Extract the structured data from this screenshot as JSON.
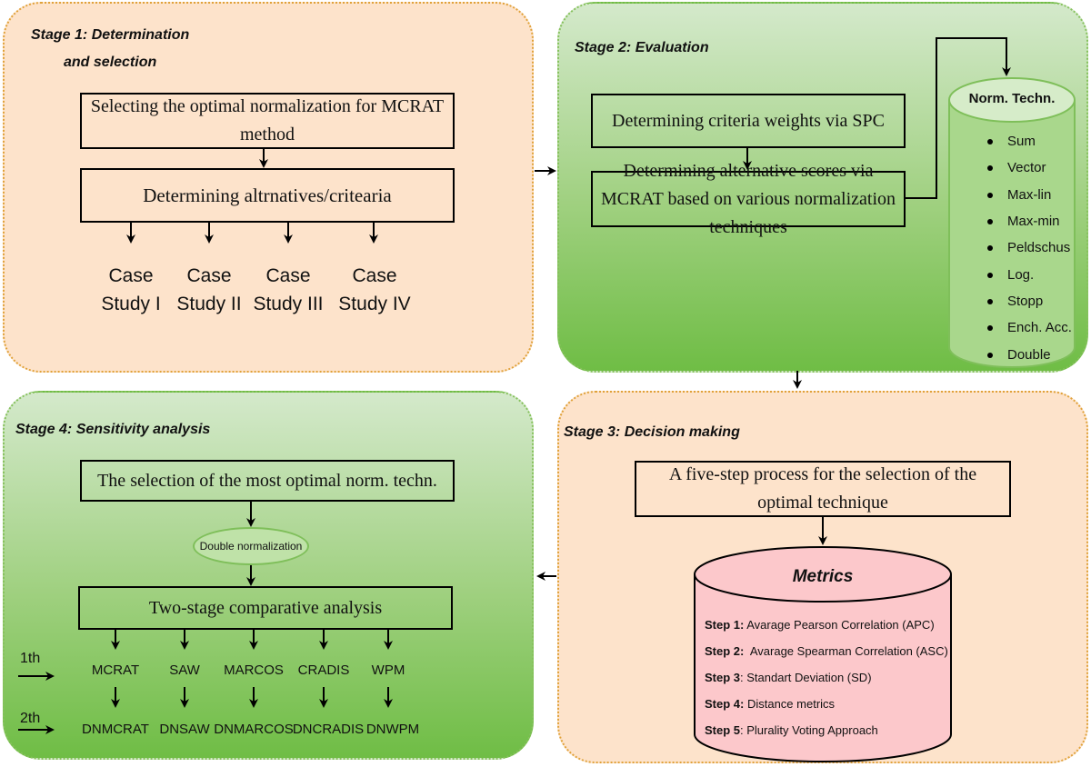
{
  "stage1": {
    "title_line1": "Stage 1: Determination",
    "title_line2": "and selection",
    "box1": "Selecting the optimal normalization for MCRAT method",
    "box2": "Determining altrnatives/critearia",
    "cases": [
      {
        "line1": "Case",
        "line2": "Study I"
      },
      {
        "line1": "Case",
        "line2": "Study II"
      },
      {
        "line1": "Case",
        "line2": "Study III"
      },
      {
        "line1": "Case",
        "line2": "Study IV"
      }
    ]
  },
  "stage2": {
    "title": "Stage 2: Evaluation",
    "box1": "Determining criteria weights via SPC",
    "box2": "Determining alternative scores via MCRAT based on various normalization techniques",
    "cylinder_title": "Norm. Techn.",
    "techniques": [
      "Sum",
      "Vector",
      "Max-lin",
      "Max-min",
      "Peldschus",
      "Log.",
      "Stopp",
      "Ench. Acc.",
      "Double"
    ]
  },
  "stage3": {
    "title": "Stage 3: Decision making",
    "box1": "A five-step process for the selection of the optimal technique",
    "metrics_title": "Metrics",
    "steps": [
      {
        "label": "Step 1:",
        "text": " Avarage Pearson Correlation (APC)"
      },
      {
        "label": "Step 2:",
        "text": "  Avarage Spearman Correlation (ASC)"
      },
      {
        "label": "Step 3",
        "text": ": Standart Deviation (SD)"
      },
      {
        "label": "Step 4:",
        "text": " Distance metrics"
      },
      {
        "label": "Step 5",
        "text": ": Plurality Voting Approach"
      }
    ]
  },
  "stage4": {
    "title": "Stage 4: Sensitivity analysis",
    "box1": "The selection of the most optimal norm. techn.",
    "ellipse": "Double normalization",
    "box2": "Two-stage comparative analysis",
    "row1_label": "1th",
    "row2_label": "2th",
    "row1": [
      "MCRAT",
      "SAW",
      "MARCOS",
      "CRADIS",
      "WPM"
    ],
    "row2": [
      "DNMCRAT",
      "DNSAW",
      "DNMARCOS",
      "DNCRADIS",
      "DNWPM"
    ]
  }
}
